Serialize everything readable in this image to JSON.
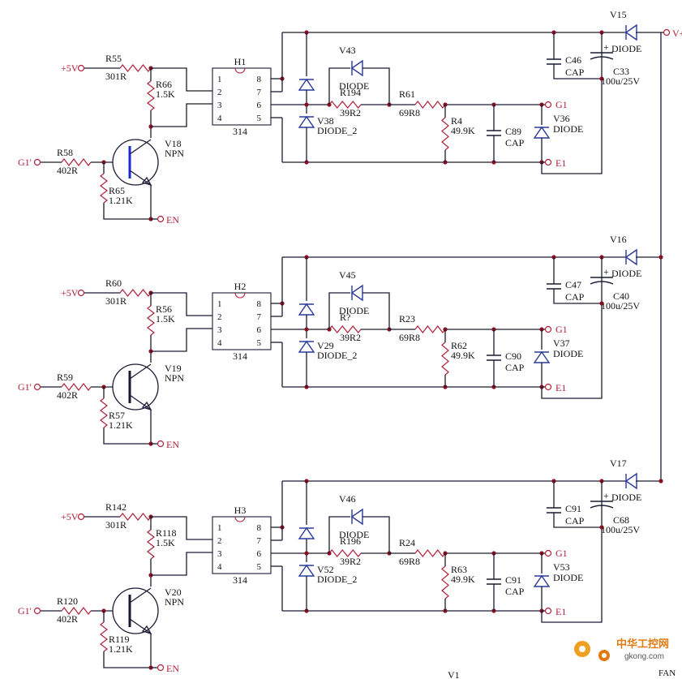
{
  "output_label": "V+",
  "bottom_label": "V1",
  "fan_label": "FAN",
  "watermark": {
    "brand": "中华工控网",
    "site": "gkong.com"
  },
  "channels": [
    {
      "ic": {
        "ref": "H1",
        "part": "314",
        "pins": [
          "1",
          "2",
          "3",
          "4",
          "8",
          "7",
          "6",
          "5"
        ]
      },
      "vcc": "+5V",
      "r_pull": {
        "ref": "R55",
        "val": "301R"
      },
      "r_col": {
        "ref": "R66",
        "val": "1.5K"
      },
      "transistor": {
        "ref": "V18",
        "type": "NPN"
      },
      "r_base": {
        "ref": "R58",
        "val": "402R"
      },
      "r_be": {
        "ref": "R65",
        "val": "1.21K"
      },
      "in_label": "G1'",
      "en_label": "EN",
      "d_top": {
        "ref": "V43",
        "type": "DIODE"
      },
      "d_bottom": {
        "ref": "V38",
        "type": "DIODE_2"
      },
      "r_gate1": {
        "ref": "R194",
        "val": "39R2"
      },
      "r_gate2": {
        "ref": "R61",
        "val": "69R8"
      },
      "r_ge": {
        "ref": "R4",
        "val": "49.9K"
      },
      "c_ge": {
        "ref": "C89",
        "type": "CAP"
      },
      "d_ge": {
        "ref": "V36",
        "type": "DIODE"
      },
      "c_sup": {
        "ref": "C46",
        "type": "CAP"
      },
      "c_elec": {
        "ref": "C33",
        "val": "100u/25V"
      },
      "d_out": {
        "ref": "V15",
        "type": "DIODE"
      },
      "g_label": "G1",
      "e_label": "E1"
    },
    {
      "ic": {
        "ref": "H2",
        "part": "314",
        "pins": [
          "1",
          "2",
          "3",
          "4",
          "8",
          "7",
          "6",
          "5"
        ]
      },
      "vcc": "+5V",
      "r_pull": {
        "ref": "R60",
        "val": "301R"
      },
      "r_col": {
        "ref": "R56",
        "val": "1.5K"
      },
      "transistor": {
        "ref": "V19",
        "type": "NPN"
      },
      "r_base": {
        "ref": "R59",
        "val": "402R"
      },
      "r_be": {
        "ref": "R57",
        "val": "1.21K"
      },
      "in_label": "G1'",
      "en_label": "EN",
      "d_top": {
        "ref": "V45",
        "type": "DIODE"
      },
      "d_bottom": {
        "ref": "V29",
        "type": "DIODE_2"
      },
      "r_gate1": {
        "ref": "R?",
        "val": "39R2"
      },
      "r_gate2": {
        "ref": "R23",
        "val": "69R8"
      },
      "r_ge": {
        "ref": "R62",
        "val": "49.9K"
      },
      "c_ge": {
        "ref": "C90",
        "type": "CAP"
      },
      "d_ge": {
        "ref": "V37",
        "type": "DIODE"
      },
      "c_sup": {
        "ref": "C47",
        "type": "CAP"
      },
      "c_elec": {
        "ref": "C40",
        "val": "100u/25V"
      },
      "d_out": {
        "ref": "V16",
        "type": "DIODE"
      },
      "g_label": "G1",
      "e_label": "E1"
    },
    {
      "ic": {
        "ref": "H3",
        "part": "314",
        "pins": [
          "1",
          "2",
          "3",
          "4",
          "8",
          "7",
          "6",
          "5"
        ]
      },
      "vcc": "+5V",
      "r_pull": {
        "ref": "R142",
        "val": "301R"
      },
      "r_col": {
        "ref": "R118",
        "val": "1.5K"
      },
      "transistor": {
        "ref": "V20",
        "type": "NPN"
      },
      "r_base": {
        "ref": "R120",
        "val": "402R"
      },
      "r_be": {
        "ref": "R119",
        "val": "1.21K"
      },
      "in_label": "G1'",
      "en_label": "EN",
      "d_top": {
        "ref": "V46",
        "type": "DIODE"
      },
      "d_bottom": {
        "ref": "V52",
        "type": "DIODE_2"
      },
      "r_gate1": {
        "ref": "R196",
        "val": "39R2"
      },
      "r_gate2": {
        "ref": "R24",
        "val": "69R8"
      },
      "r_ge": {
        "ref": "R63",
        "val": "49.9K"
      },
      "c_ge": {
        "ref": "C91",
        "type": "CAP"
      },
      "d_ge": {
        "ref": "V53",
        "type": "DIODE"
      },
      "c_sup": {
        "ref": "C91",
        "type": "CAP"
      },
      "c_elec": {
        "ref": "C68",
        "val": "100u/25V"
      },
      "d_out": {
        "ref": "V17",
        "type": "DIODE"
      },
      "g_label": "G1",
      "e_label": "E1"
    }
  ]
}
